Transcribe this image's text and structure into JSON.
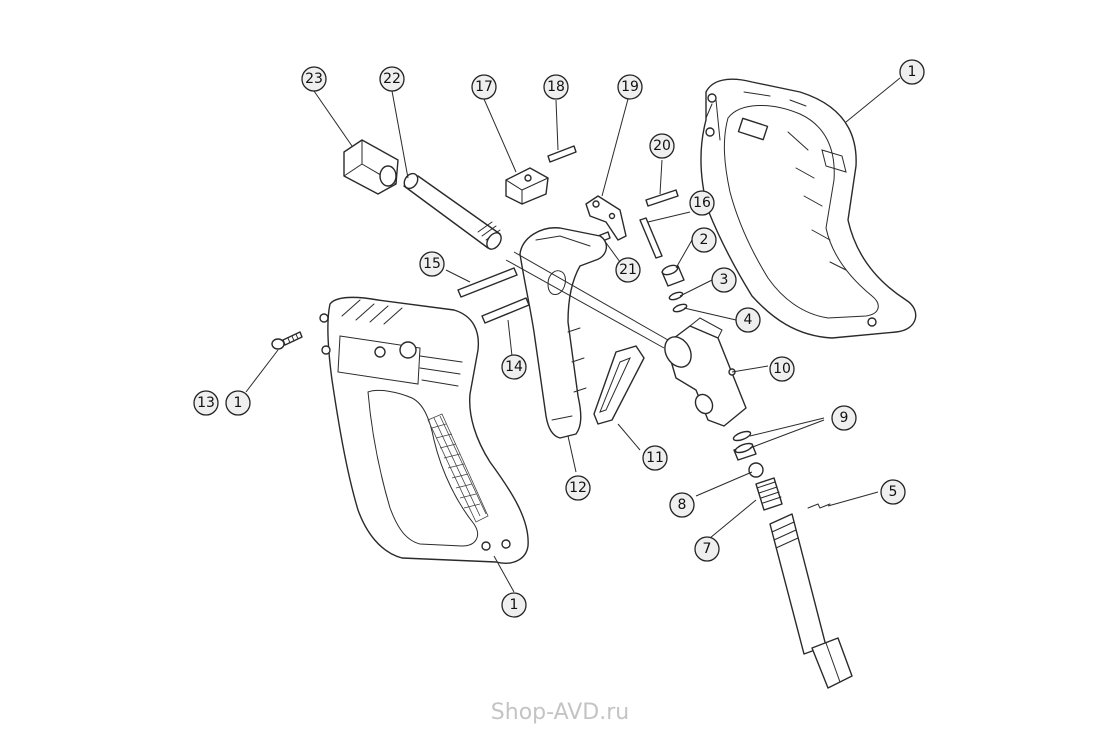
{
  "watermark": "Shop-AVD.ru",
  "callouts": {
    "c1_top": "1",
    "c1_bottom": "1",
    "c1_left": "1",
    "c2": "2",
    "c3": "3",
    "c4": "4",
    "c5": "5",
    "c7": "7",
    "c8": "8",
    "c9": "9",
    "c10": "10",
    "c11": "11",
    "c12": "12",
    "c13": "13",
    "c14": "14",
    "c15": "15",
    "c16": "16",
    "c17": "17",
    "c18": "18",
    "c19": "19",
    "c20": "20",
    "c21": "21",
    "c22": "22",
    "c23": "23"
  }
}
